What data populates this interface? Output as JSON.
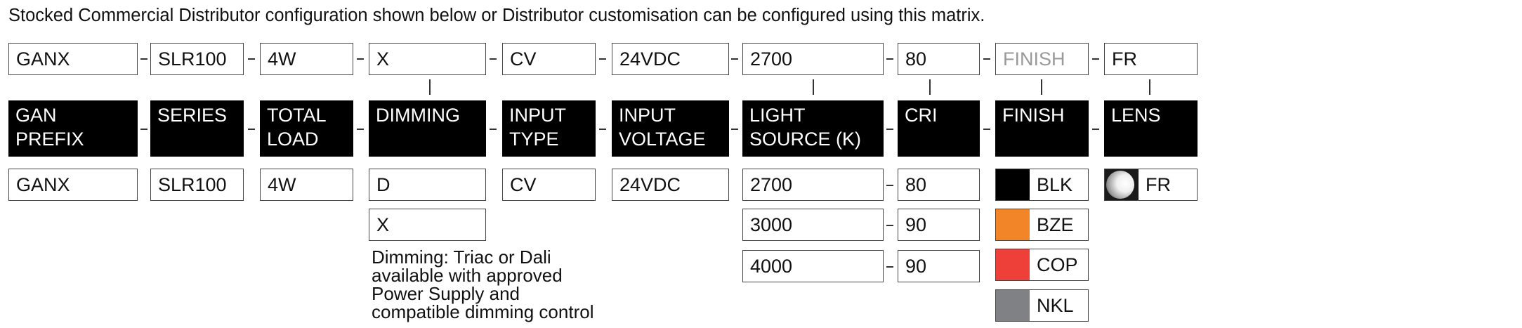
{
  "intro": "Stocked Commercial Distributor configuration shown below or Distributor customisation can be configured using this matrix.",
  "config": [
    "GANX",
    "SLR100",
    "4W",
    "X",
    "CV",
    "24VDC",
    "2700",
    "80",
    "FINISH",
    "FR"
  ],
  "headers": [
    {
      "line1": "GAN",
      "line2": "PREFIX"
    },
    {
      "line1": "SERIES",
      "line2": ""
    },
    {
      "line1": "TOTAL",
      "line2": "LOAD"
    },
    {
      "line1": "DIMMING",
      "line2": ""
    },
    {
      "line1": "INPUT",
      "line2": "TYPE"
    },
    {
      "line1": "INPUT",
      "line2": "VOLTAGE"
    },
    {
      "line1": "LIGHT",
      "line2": "SOURCE (K)"
    },
    {
      "line1": "CRI",
      "line2": ""
    },
    {
      "line1": "FINISH",
      "line2": ""
    },
    {
      "line1": "LENS",
      "line2": ""
    }
  ],
  "options": {
    "gan_prefix": [
      "GANX"
    ],
    "series": [
      "SLR100"
    ],
    "total_load": [
      "4W"
    ],
    "dimming": [
      "D",
      "X"
    ],
    "input_type": [
      "CV"
    ],
    "input_voltage": [
      "24VDC"
    ],
    "light_source": [
      "2700",
      "3000",
      "4000"
    ],
    "cri": [
      "80",
      "90",
      "90"
    ],
    "finish": [
      {
        "label": "BLK",
        "color": "#000000"
      },
      {
        "label": "BZE",
        "color": "#f28527"
      },
      {
        "label": "COP",
        "color": "#ee4038"
      },
      {
        "label": "NKL",
        "color": "#808184"
      }
    ],
    "lens": [
      {
        "label": "FR",
        "icon": "frosted-lens-icon"
      }
    ]
  },
  "dimming_note": [
    "Dimming: Triac or Dali",
    "available with approved",
    "Power Supply and",
    "compatible dimming control"
  ]
}
